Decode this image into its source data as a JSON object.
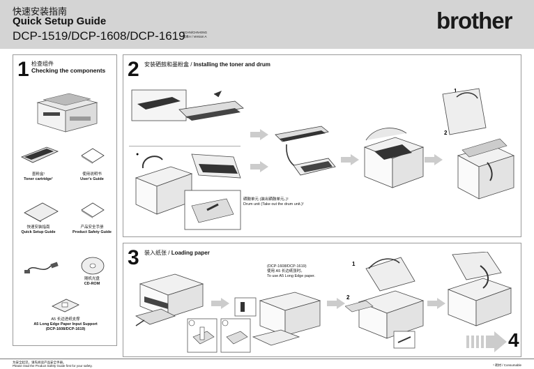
{
  "header": {
    "title_zh": "快速安装指南",
    "title_en": "Quick Setup Guide",
    "models": "DCP-1519/DCP-1608/DCP-1619",
    "lang_code": "SCHN/CHN-ENG",
    "version": "版本A / Version A",
    "brand": "brother"
  },
  "step1": {
    "number": "1",
    "title_zh": "检查组件",
    "title_en": "Checking the components",
    "items": [
      {
        "zh": "墨粉盒¹",
        "en": "Toner cartridge¹"
      },
      {
        "zh": "使用说明书",
        "en": "User's Guide"
      },
      {
        "zh": "快速安装指南",
        "en": "Quick Setup Guide"
      },
      {
        "zh": "产品安全手册",
        "en": "Product Safety Guide"
      },
      {
        "zh": "",
        "en": ""
      },
      {
        "zh": "随机光盘",
        "en": "CD-ROM"
      },
      {
        "zh": "A5 长边进纸支撑",
        "en": "A5 Long Edge Paper Input Support",
        "en2": "(DCP-1608/DCP-1619)"
      }
    ]
  },
  "step2": {
    "number": "2",
    "title_zh": "安装硒鼓和墨粉盒 /",
    "title_en": "Installing the toner and drum",
    "drum_note_zh": "硒鼓单元 (装出硒鼓单元。)¹",
    "drum_note_en": "Drum unit (Take out the drum unit.)¹",
    "marker1": "1",
    "marker2": "2"
  },
  "step3": {
    "number": "3",
    "title_zh": "装入纸张 /",
    "title_en": "Loading paper",
    "note_models": "(DCP-1608/DCP-1619)",
    "note_zh": "使用 A5 长边纸张时。",
    "note_en": "To use A5 Long Edge paper.",
    "marker1": "1",
    "marker2": "2"
  },
  "next_step": "4",
  "footer": {
    "left_zh": "为安全起见，请先阅读产品安全手册。",
    "left_en": "Please read the Product Safety Guide first for your safety.",
    "right": "¹ 耗材 / Consumable"
  }
}
